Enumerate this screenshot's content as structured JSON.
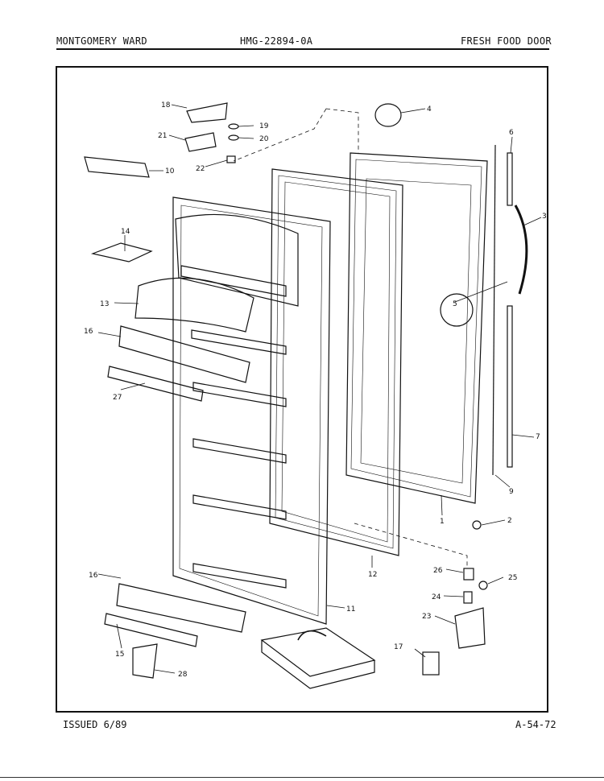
{
  "header": {
    "brand": "MONTGOMERY WARD",
    "model": "HMG-22894-0A",
    "section": "FRESH FOOD DOOR"
  },
  "footer": {
    "issued": "ISSUED 6/89",
    "page_code": "A-54-72"
  },
  "parts": [
    {
      "id": "p18",
      "label": "18"
    },
    {
      "id": "p19",
      "label": "19"
    },
    {
      "id": "p20",
      "label": "20"
    },
    {
      "id": "p21",
      "label": "21"
    },
    {
      "id": "p22",
      "label": "22"
    },
    {
      "id": "p10",
      "label": "10"
    },
    {
      "id": "p4",
      "label": "4"
    },
    {
      "id": "p6",
      "label": "6"
    },
    {
      "id": "p3",
      "label": "3"
    },
    {
      "id": "p14",
      "label": "14"
    },
    {
      "id": "p13",
      "label": "13"
    },
    {
      "id": "p16a",
      "label": "16"
    },
    {
      "id": "p27",
      "label": "27"
    },
    {
      "id": "p5",
      "label": "5"
    },
    {
      "id": "p7",
      "label": "7"
    },
    {
      "id": "p9",
      "label": "9"
    },
    {
      "id": "p1",
      "label": "1"
    },
    {
      "id": "p2",
      "label": "2"
    },
    {
      "id": "p12",
      "label": "12"
    },
    {
      "id": "p26",
      "label": "26"
    },
    {
      "id": "p25",
      "label": "25"
    },
    {
      "id": "p24",
      "label": "24"
    },
    {
      "id": "p23",
      "label": "23"
    },
    {
      "id": "p11",
      "label": "11"
    },
    {
      "id": "p16b",
      "label": "16"
    },
    {
      "id": "p15",
      "label": "15"
    },
    {
      "id": "p17",
      "label": "17"
    },
    {
      "id": "p28",
      "label": "28"
    }
  ]
}
